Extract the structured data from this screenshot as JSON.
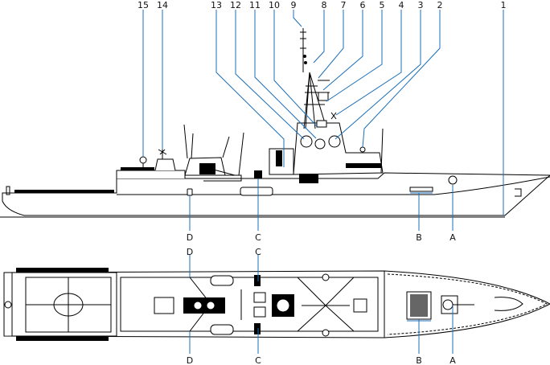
{
  "diagram": {
    "side_view": {
      "callouts": [
        "1",
        "2",
        "3",
        "4",
        "5",
        "6",
        "7",
        "8",
        "9",
        "10",
        "11",
        "12",
        "13",
        "14",
        "15"
      ],
      "bottom_labels": {
        "a": "A",
        "b": "B",
        "c": "C",
        "d": "D"
      }
    },
    "plan_view": {
      "top_labels": {
        "d": "D",
        "c": "C"
      },
      "bottom_labels": {
        "d": "D",
        "c": "C",
        "b": "B",
        "a": "A"
      }
    },
    "colors": {
      "leader": "#1b6fb8",
      "line": "#000000"
    }
  }
}
